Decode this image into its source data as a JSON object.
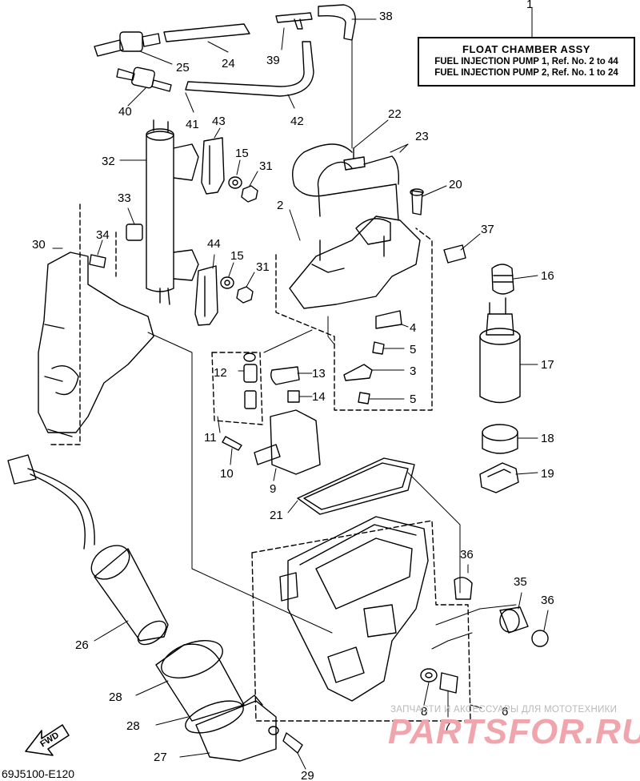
{
  "title": {
    "line1": "FLOAT CHAMBER ASSY",
    "line2": "FUEL INJECTION PUMP 1, Ref. No. 2 to 44",
    "line3": "FUEL INJECTION PUMP 2, Ref. No. 1 to 24"
  },
  "diagram_code": "69J5100-E120",
  "fwd_label": "FWD",
  "watermark": {
    "small": "ЗАПЧАСТИ И АКСЕССУАРЫ ДЛЯ МОТОТЕХНИКИ",
    "big": "PARTSFOR.RU"
  },
  "callouts": {
    "c1": "1",
    "c2": "2",
    "c3": "3",
    "c4": "4",
    "c5a": "5",
    "c5b": "5",
    "c6": "6",
    "c7": "7",
    "c8": "8",
    "c9": "9",
    "c10": "10",
    "c11": "11",
    "c12": "12",
    "c13": "13",
    "c14": "14",
    "c15a": "15",
    "c15b": "15",
    "c16": "16",
    "c17": "17",
    "c18": "18",
    "c19": "19",
    "c20": "20",
    "c21": "21",
    "c22": "22",
    "c23": "23",
    "c24": "24",
    "c25": "25",
    "c26": "26",
    "c27": "27",
    "c28a": "28",
    "c28b": "28",
    "c29": "29",
    "c30": "30",
    "c31a": "31",
    "c31b": "31",
    "c32": "32",
    "c33": "33",
    "c34": "34",
    "c35": "35",
    "c36a": "36",
    "c36b": "36",
    "c37": "37",
    "c38": "38",
    "c39": "39",
    "c40": "40",
    "c41": "41",
    "c42": "42",
    "c43": "43",
    "c44": "44"
  }
}
